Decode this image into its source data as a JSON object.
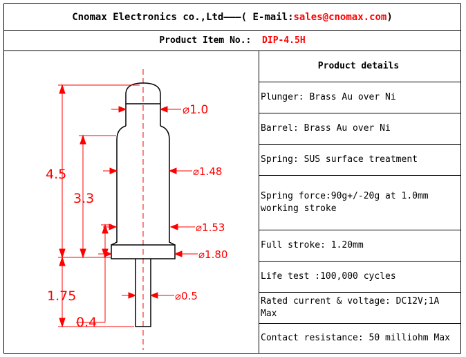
{
  "header": {
    "company": "Cnomax Electronics co.,Ltd———( E-mail: ",
    "email": "sales@cnomax.com",
    "close": ")"
  },
  "item": {
    "label": "Product Item No.:",
    "value": "DIP-4.5H"
  },
  "details": {
    "title": "Product details",
    "rows": [
      "Plunger: Brass Au over Ni",
      "Barrel: Brass Au over Ni",
      "Spring: SUS surface treatment",
      "Spring force:90g+/-20g at 1.0mm working stroke",
      "Full stroke: 1.20mm",
      "Life test :100,000 cycles",
      "Rated current & voltage: DC12V;1A Max",
      "Contact resistance: 50 milliohm Max"
    ]
  },
  "drawing": {
    "dims": {
      "d_tip": "⌀1.0",
      "d_barrel": "⌀1.48",
      "d_lower": "⌀1.53",
      "d_flange": "⌀1.80",
      "d_tail": "⌀0.5",
      "len_total": "4.5",
      "len_barrel": "3.3",
      "len_tail": "1.75",
      "len_flange": "0.4"
    },
    "colors": {
      "dimension": "#ff0000",
      "outline": "#000000"
    }
  }
}
